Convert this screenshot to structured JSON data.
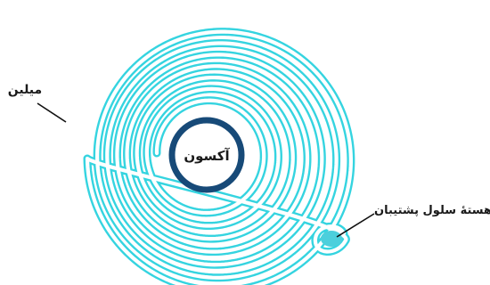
{
  "labels": {
    "axon": "آکسون",
    "myelin": "میلین",
    "nucleus": "هستهٔ سلول پشتیبان"
  },
  "colors": {
    "myelin_outline": "#35d4e0",
    "myelin_fill": "#ffffff",
    "nucleus_fill": "#4ccfdc",
    "axon_ring": "#174a78",
    "leader_line": "#111111",
    "text": "#1a1a1a",
    "background": "#ffffff"
  }
}
